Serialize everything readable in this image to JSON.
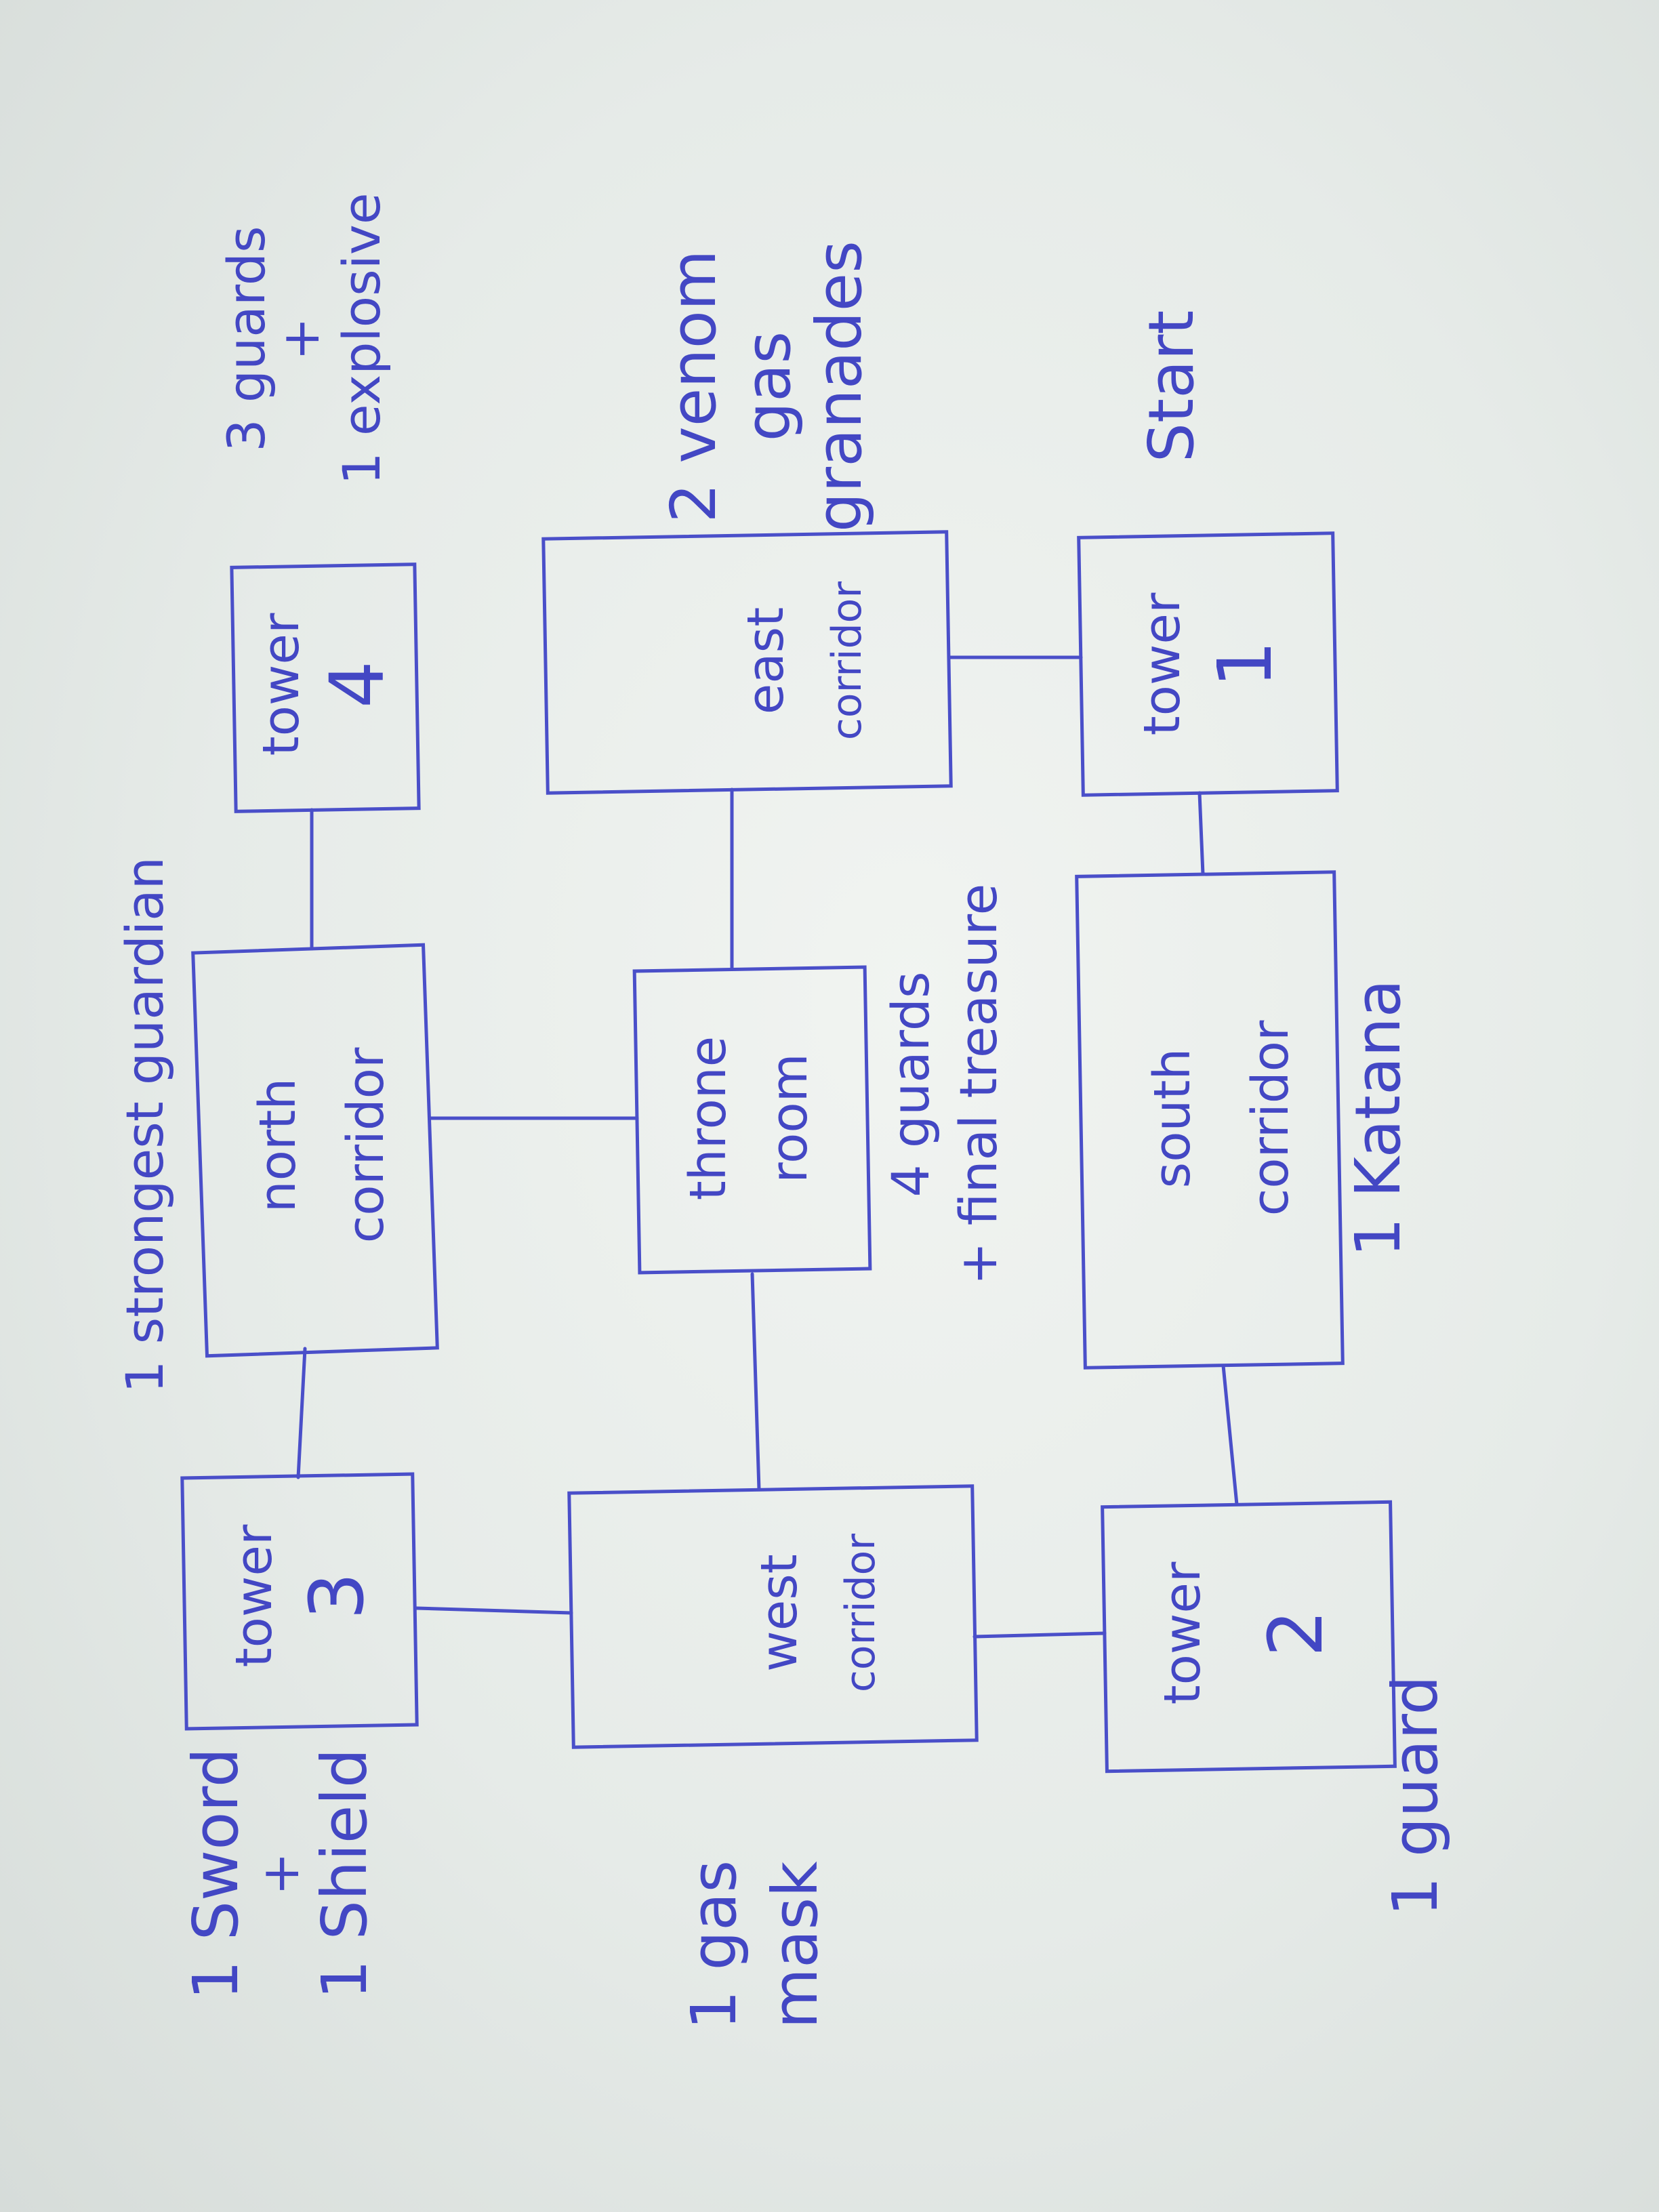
{
  "rooms": {
    "tower3": {
      "line1": "tower",
      "line2": "3"
    },
    "north_corridor": {
      "line1": "north",
      "line2": "corridor"
    },
    "tower4": {
      "line1": "tower",
      "line2": "4"
    },
    "west_corridor": {
      "line1": "west",
      "line2": "corridor"
    },
    "throne_room": {
      "line1": "throne",
      "line2": "room"
    },
    "east_corridor": {
      "line1": "east",
      "line2": "corridor"
    },
    "tower2": {
      "line1": "tower",
      "line2": "2"
    },
    "south_corridor": {
      "line1": "south",
      "line2": "corridor"
    },
    "tower1": {
      "line1": "tower",
      "line2": "1"
    }
  },
  "notes": {
    "tower3": {
      "line1": "1 Sword",
      "line2": "+",
      "line3": "1 Shield"
    },
    "north_corridor": {
      "line1": "1 strongest guardian"
    },
    "tower4": {
      "line1": "3 guards",
      "line2": "+",
      "line3": "1 explosive"
    },
    "west_corridor": {
      "line1": "1 gas",
      "line2": "mask"
    },
    "throne_room": {
      "line1": "4 guards",
      "line2": "+ final treasure"
    },
    "east_corridor": {
      "line1": "2 venom",
      "line2": "gas",
      "line3": "granades"
    },
    "tower2": {
      "line1": "1 guard"
    },
    "south_corridor": {
      "line1": "1 Katana"
    },
    "tower1": {
      "line1": "Start"
    }
  }
}
